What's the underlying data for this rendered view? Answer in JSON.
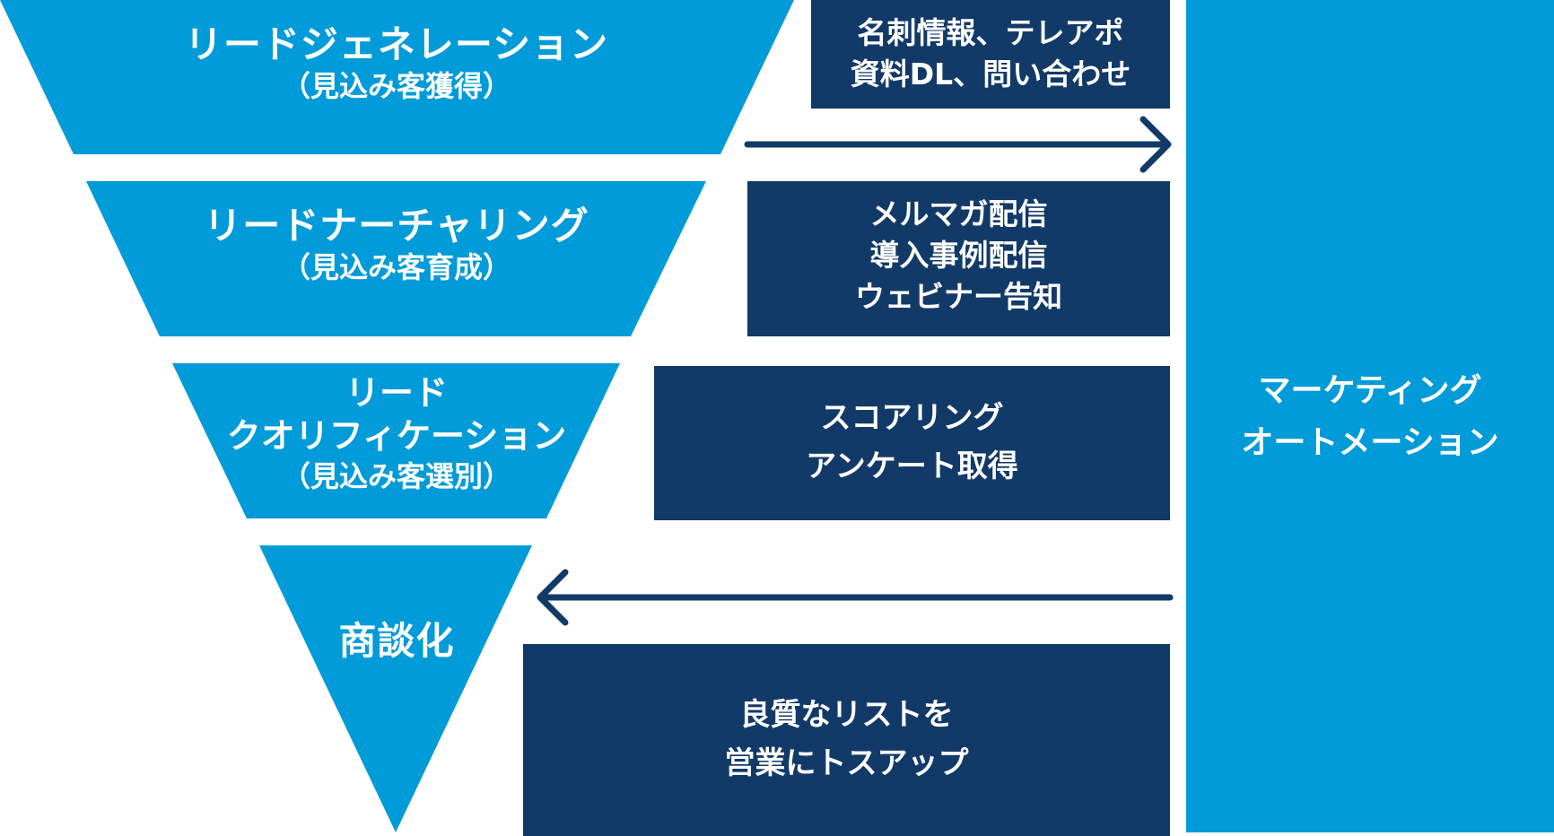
{
  "colors": {
    "funnel": "#009bd8",
    "box": "#123a68",
    "arrow": "#123a68",
    "ma": "#009bd8",
    "text": "#ffffff"
  },
  "funnel": {
    "stage1": {
      "title": "リードジェネレーション",
      "subtitle": "（見込み客獲得）"
    },
    "stage2": {
      "title": "リードナーチャリング",
      "subtitle": "（見込み客育成）"
    },
    "stage3": {
      "title": "リード",
      "title2": "クオリフィケーション",
      "subtitle": "（見込み客選別）"
    },
    "stage4": {
      "title": "商談化"
    }
  },
  "boxes": {
    "box1": [
      "名刺情報、テレアポ",
      "資料DL、問い合わせ"
    ],
    "box2": [
      "メルマガ配信",
      "導入事例配信",
      "ウェビナー告知"
    ],
    "box3": [
      "スコアリング",
      "アンケート取得"
    ],
    "box4": [
      "良質なリストを",
      "営業にトスアップ"
    ]
  },
  "ma": [
    "マーケティング",
    "オートメーション"
  ]
}
